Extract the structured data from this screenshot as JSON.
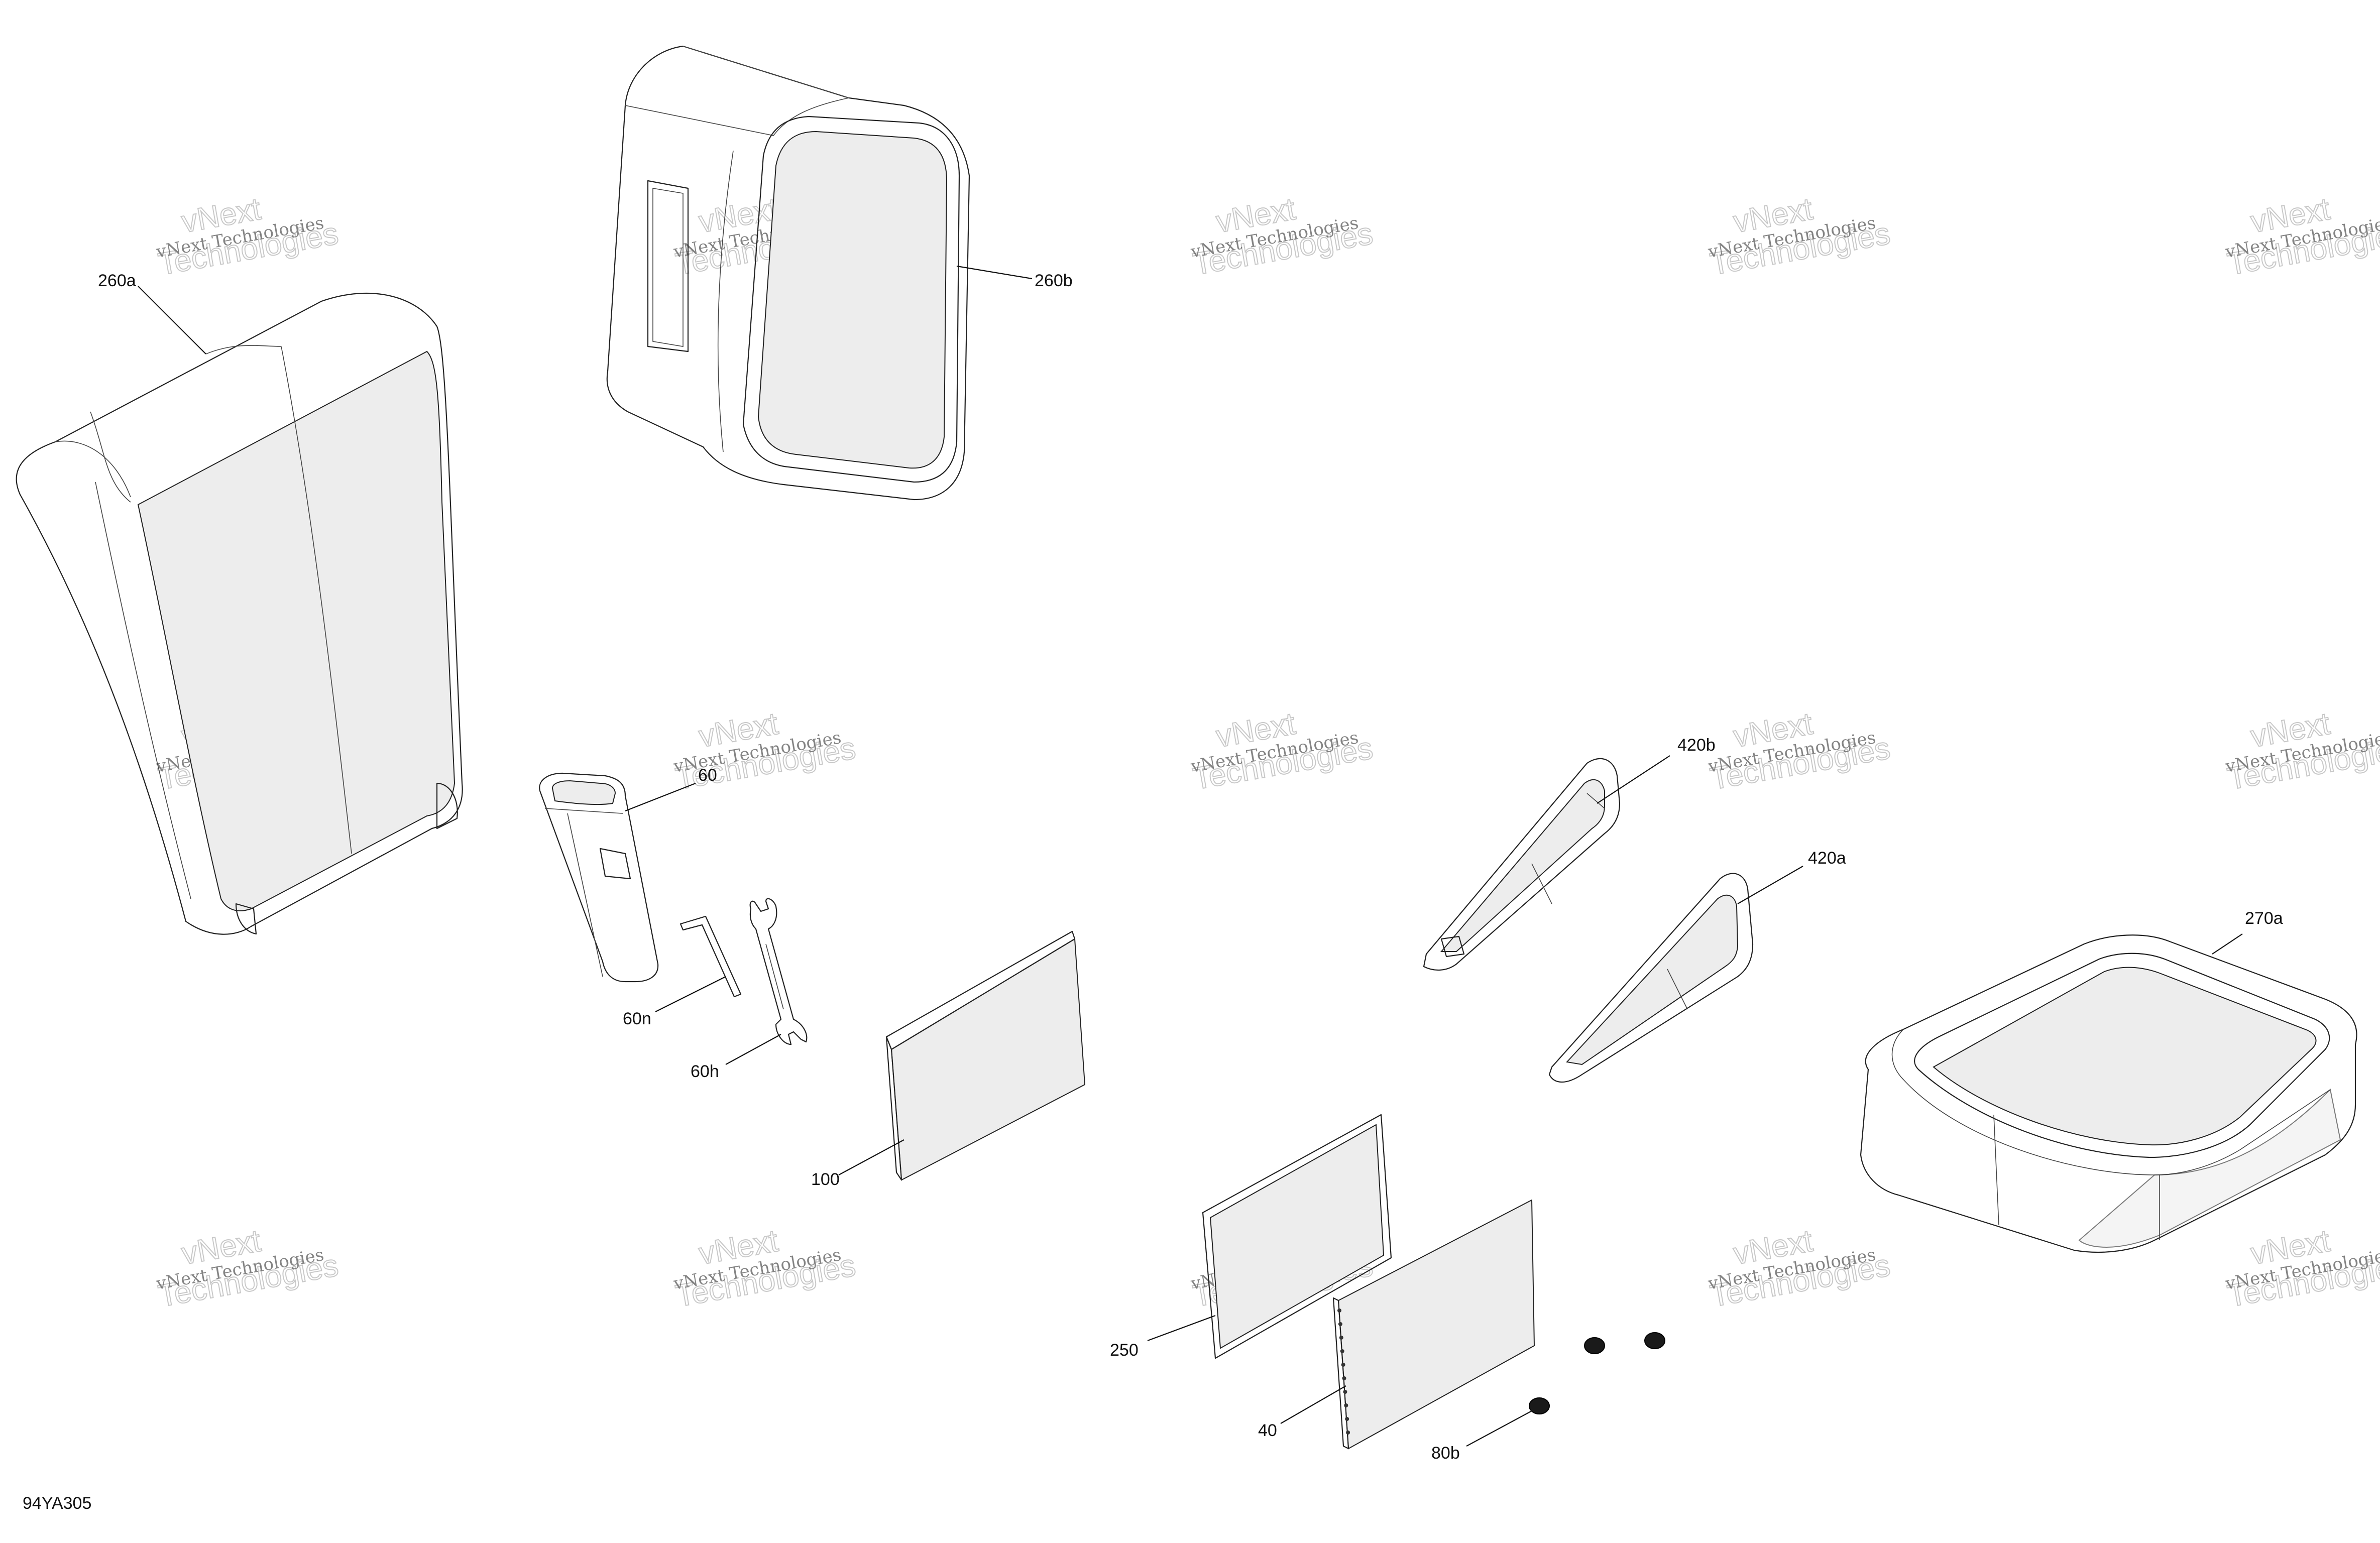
{
  "diagram": {
    "code": "94YA305",
    "watermark_text_line": "vNext Technologies",
    "watermark_ghost_lines": [
      "vNext",
      "Technologies"
    ],
    "callouts": {
      "c260a": "260a",
      "c260b": "260b",
      "c60": "60",
      "c60n": "60n",
      "c60h": "60h",
      "c100": "100",
      "c420b": "420b",
      "c420a": "420a",
      "c270a": "270a",
      "c250": "250",
      "c40": "40",
      "c80b": "80b"
    }
  }
}
